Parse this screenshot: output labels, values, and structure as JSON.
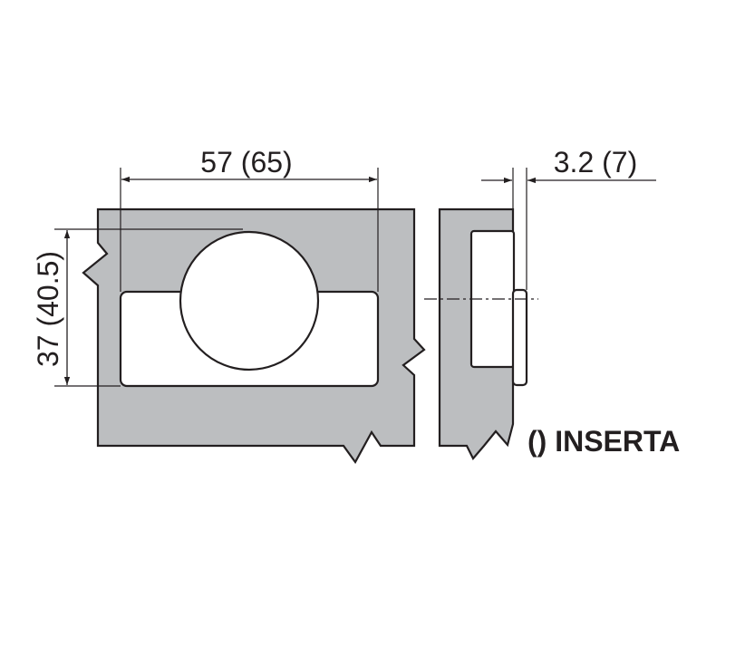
{
  "dimensions": {
    "width_label": "57 (65)",
    "height_label": "37 (40.5)",
    "offset_label": "3.2 (7)"
  },
  "legend": {
    "text": "() INSERTA"
  },
  "colors": {
    "panel_fill": "#bcbec0",
    "line": "#231f20",
    "background": "#ffffff"
  }
}
